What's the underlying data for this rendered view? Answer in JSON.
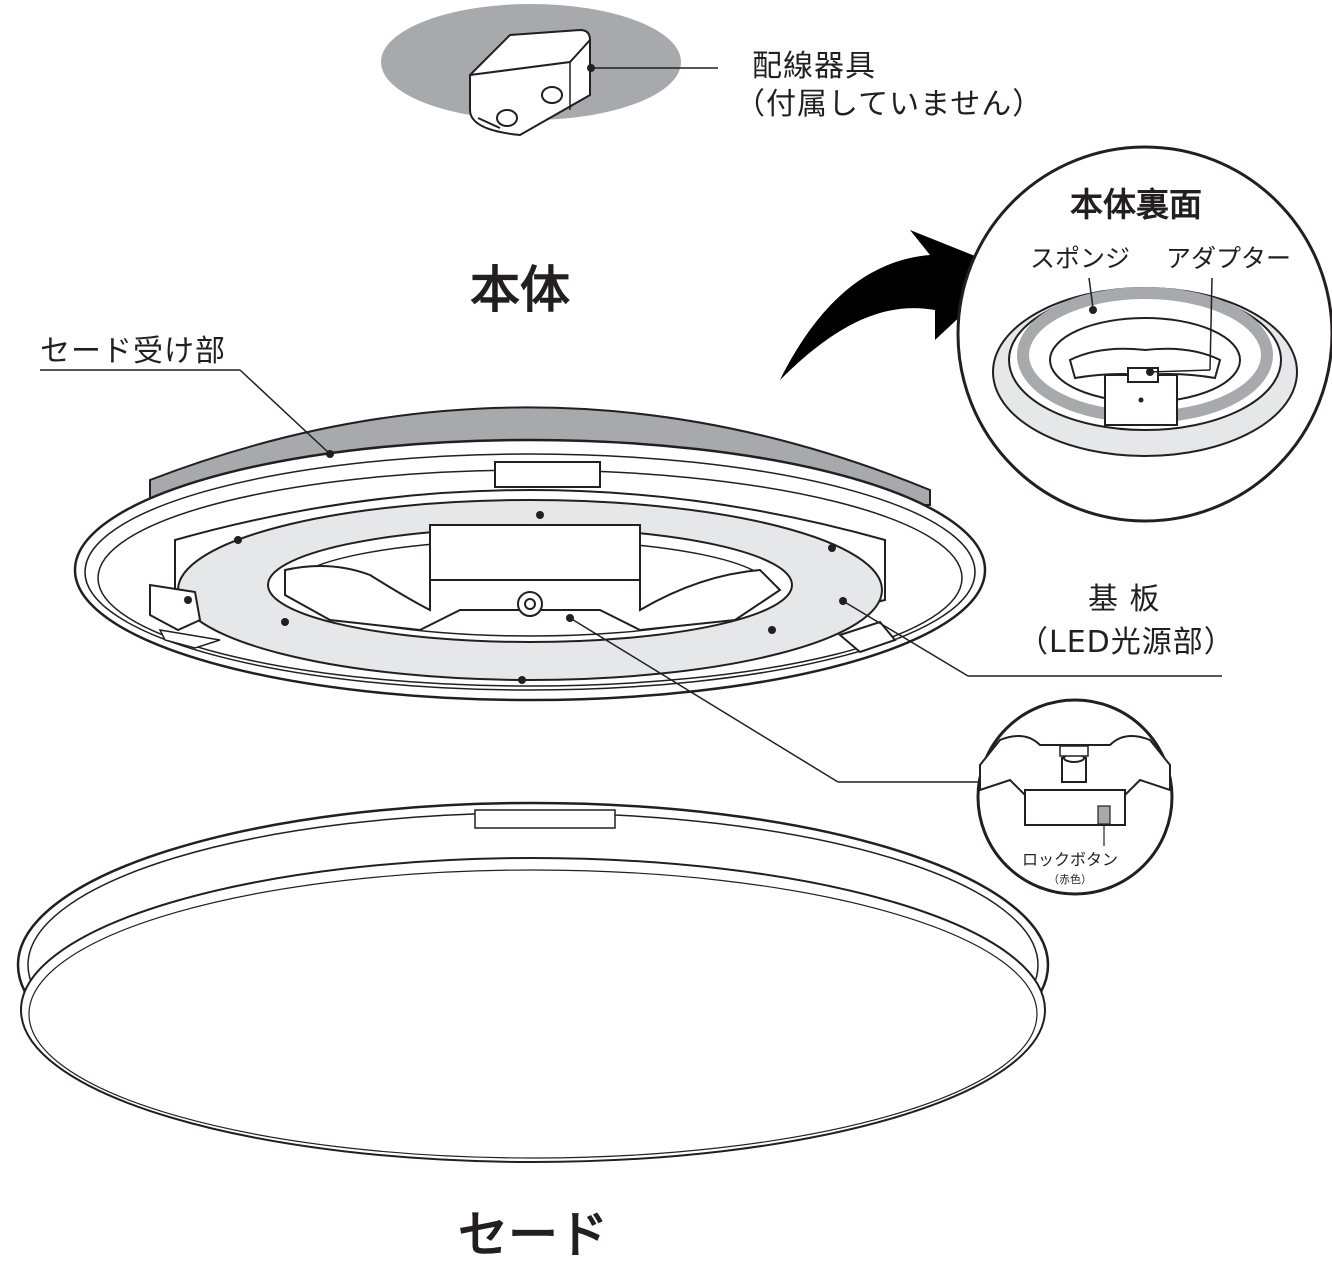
{
  "labels": {
    "wiring_device": "配線器具",
    "not_included": "（付属していません）",
    "main_body": "本体",
    "shade_receiver": "セード受け部",
    "back_side": "本体裏面",
    "sponge": "スポンジ",
    "adapter": "アダプター",
    "board": "基 板",
    "led_source": "（LED光源部）",
    "lock_button": "ロックボタン",
    "red_color": "（赤色）",
    "shade": "セード"
  },
  "colors": {
    "line": "#231f20",
    "grey_fill": "#a7a9ac",
    "light_fill": "#e6e7e8",
    "arrow": "#000000"
  }
}
